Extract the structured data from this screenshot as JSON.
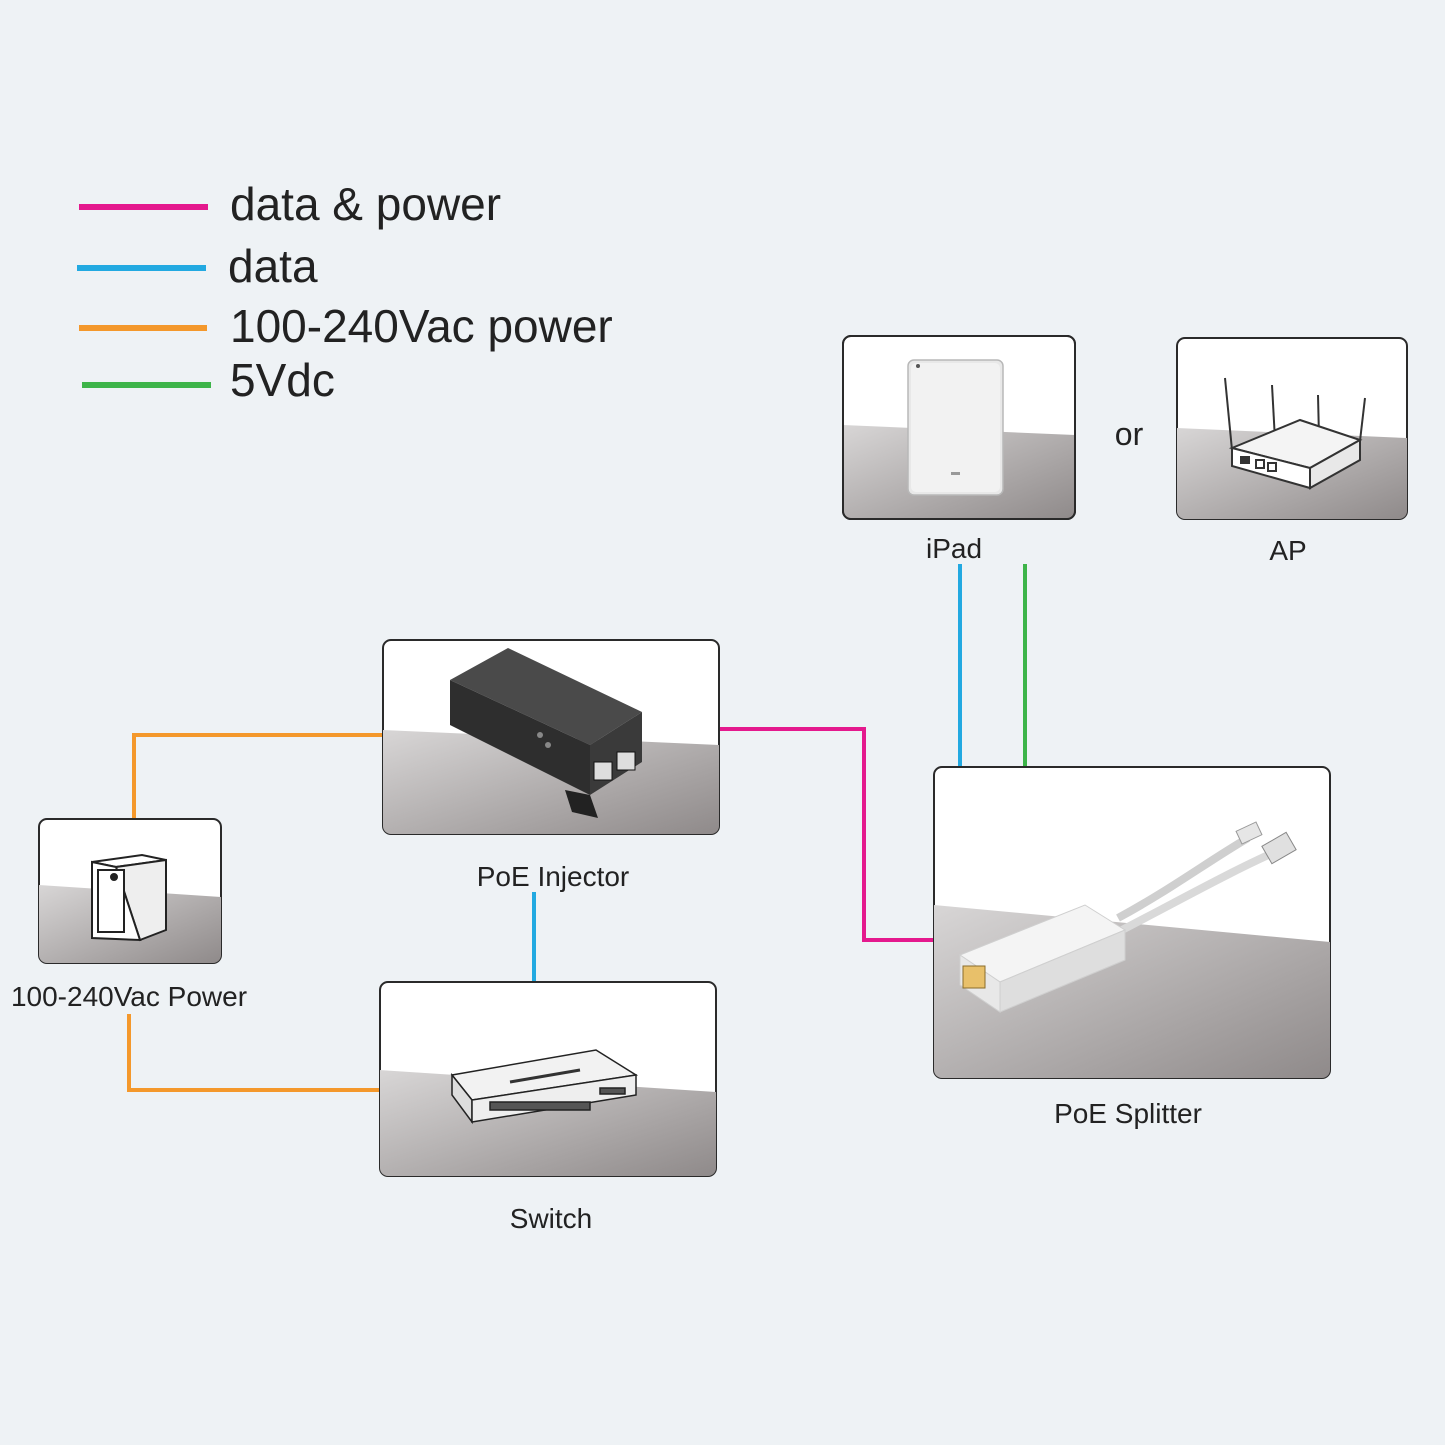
{
  "colors": {
    "data_power": "#e4198d",
    "data": "#22a9e1",
    "ac_power": "#f4982b",
    "dc_power": "#3db449"
  },
  "legend": [
    {
      "label": "data & power",
      "color": "#e4198d"
    },
    {
      "label": "data",
      "color": "#22a9e1"
    },
    {
      "label": "100-240Vac power",
      "color": "#f4982b"
    },
    {
      "label": "5Vdc",
      "color": "#3db449"
    }
  ],
  "nodes": {
    "ipad": {
      "label": "iPad",
      "icon": "tablet-icon"
    },
    "ap": {
      "label": "AP",
      "icon": "access-point-icon"
    },
    "poe_injector": {
      "label": "PoE Injector",
      "icon": "poe-injector-icon"
    },
    "poe_splitter": {
      "label": "PoE Splitter",
      "icon": "poe-splitter-icon"
    },
    "power": {
      "label": "100-240Vac Power",
      "icon": "ups-power-icon"
    },
    "switch": {
      "label": "Switch",
      "icon": "network-switch-icon"
    }
  },
  "connector": "or",
  "connections": [
    {
      "from": "power",
      "to": "poe_injector",
      "type": "ac_power"
    },
    {
      "from": "power",
      "to": "switch",
      "type": "ac_power"
    },
    {
      "from": "switch",
      "to": "poe_injector",
      "type": "data"
    },
    {
      "from": "poe_injector",
      "to": "poe_splitter",
      "type": "data_power"
    },
    {
      "from": "poe_splitter",
      "to": "ipad",
      "type": "data"
    },
    {
      "from": "poe_splitter",
      "to": "ipad",
      "type": "dc_power"
    }
  ]
}
